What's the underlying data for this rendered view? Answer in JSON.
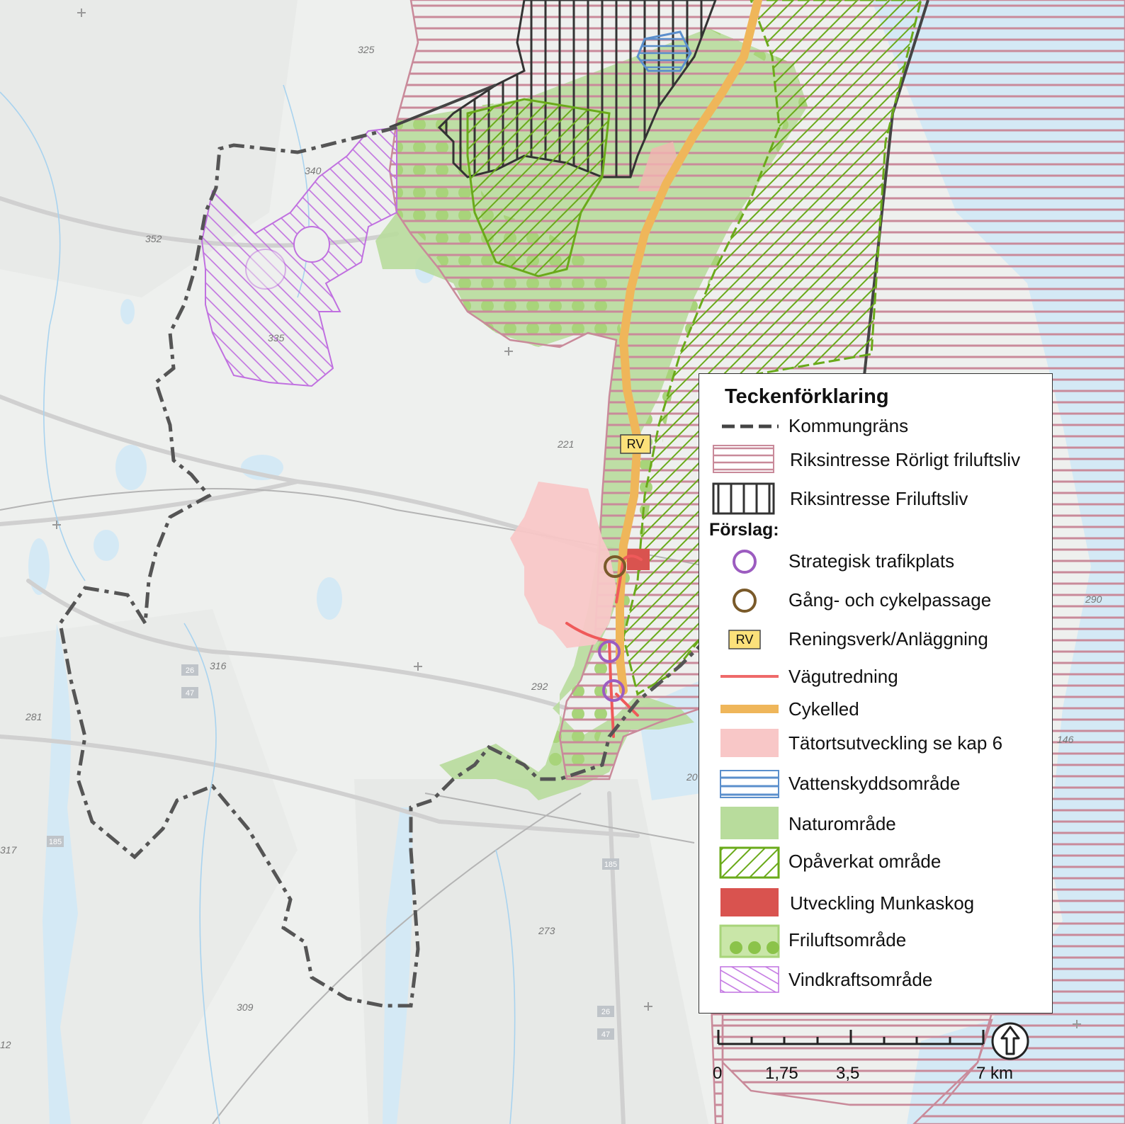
{
  "map": {
    "elevations": [
      "325",
      "340",
      "352",
      "335",
      "221",
      "316",
      "292",
      "281",
      "273",
      "309",
      "317",
      "12",
      "290",
      "146",
      "20"
    ],
    "road_shields": [
      "26",
      "47",
      "185",
      "185",
      "26",
      "47"
    ],
    "rv_marker": "RV"
  },
  "legend": {
    "title": "Teckenförklaring",
    "items": [
      {
        "label": "Kommungräns"
      },
      {
        "label": "Riksintresse Rörligt friluftsliv"
      },
      {
        "label": "Riksintresse Friluftsliv"
      }
    ],
    "proposal_heading": "Förslag:",
    "proposal_items": [
      {
        "label": "Strategisk trafikplats",
        "color": "#9c5cc0"
      },
      {
        "label": "Gång- och cykelpassage",
        "color": "#7a5a2a"
      },
      {
        "label": "Reningsverk/Anläggning",
        "badge": "RV"
      },
      {
        "label": "Vägutredning",
        "color": "#ef6a6a"
      },
      {
        "label": "Cykelled",
        "color": "#efb65a"
      },
      {
        "label": "Tätortsutveckling se kap 6",
        "color": "#f8c7c7"
      },
      {
        "label": "Vattenskyddsområde",
        "color": "#5b8fcc"
      },
      {
        "label": "Naturområde",
        "color": "#b8dc9c"
      },
      {
        "label": "Opåverkat område",
        "color": "#6aaa1a"
      },
      {
        "label": "Utveckling Munkaskog",
        "color": "#d9534f"
      },
      {
        "label": "Friluftsområde",
        "color": "#a8d47a"
      },
      {
        "label": "Vindkraftsområde",
        "color": "#c070e0"
      }
    ]
  },
  "scale": {
    "labels": [
      "0",
      "1,75",
      "3,5",
      "7 km"
    ]
  }
}
